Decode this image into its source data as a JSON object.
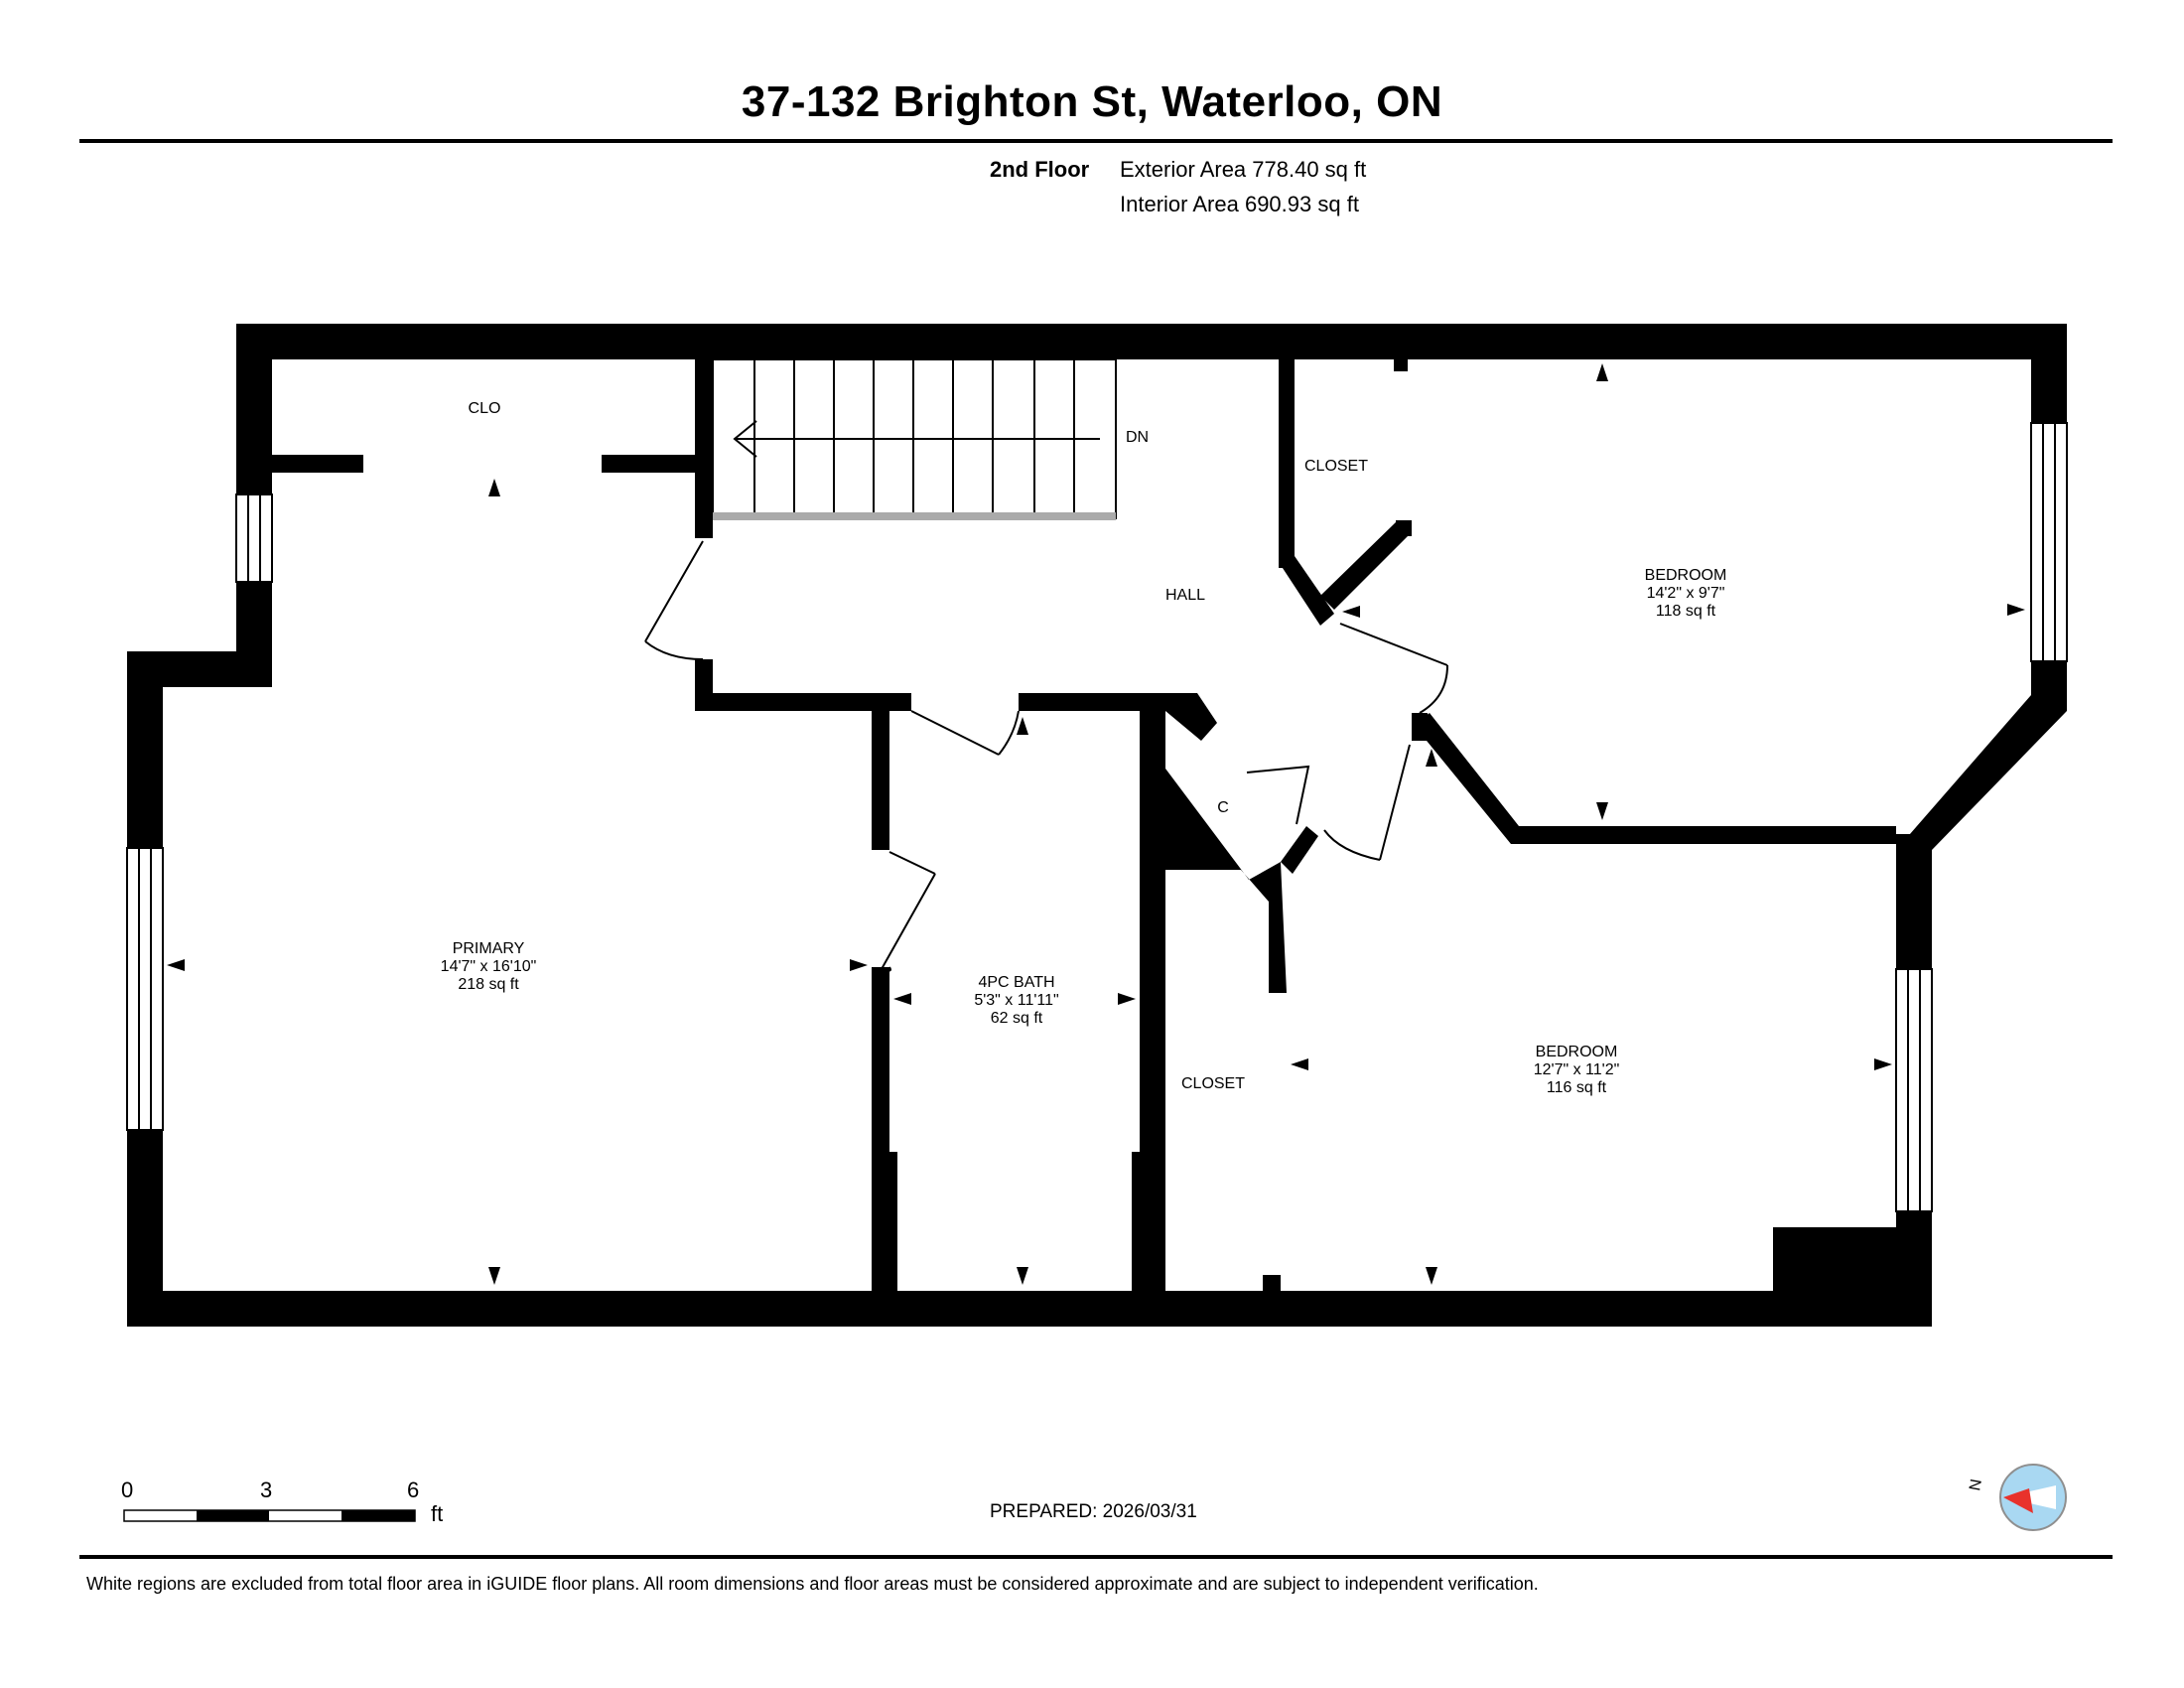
{
  "header": {
    "title": "37-132 Brighton St, Waterloo, ON",
    "floor": "2nd Floor",
    "exterior_area": "Exterior Area 778.40 sq ft",
    "interior_area": "Interior Area 690.93 sq ft"
  },
  "rooms": {
    "clo": "CLO",
    "stairs_dn": "DN",
    "closet_upper": "CLOSET",
    "hall": "HALL",
    "bedroom1": {
      "name": "BEDROOM",
      "dims": "14'2\" x 9'7\"",
      "area": "118 sq ft"
    },
    "c": "C",
    "primary": {
      "name": "PRIMARY",
      "dims": "14'7\" x 16'10\"",
      "area": "218 sq ft"
    },
    "bath": {
      "name": "4PC BATH",
      "dims": "5'3\" x 11'11\"",
      "area": "62 sq ft"
    },
    "closet_lower": "CLOSET",
    "bedroom2": {
      "name": "BEDROOM",
      "dims": "12'7\" x 11'2\"",
      "area": "116 sq ft"
    }
  },
  "scale_bar": {
    "tick0": "0",
    "tick1": "3",
    "tick2": "6",
    "unit": "ft"
  },
  "compass": {
    "label": "N",
    "icon": "north-arrow-icon"
  },
  "footer": {
    "prepared": "PREPARED: 2026/03/31",
    "disclaimer": "White regions are excluded from total floor area in iGUIDE floor plans. All room dimensions and floor areas must be considered approximate and are subject to independent verification."
  },
  "colors": {
    "wall": "#000000",
    "window": "#ffffff",
    "compass_blue": "#a9d8f2",
    "compass_red": "#e8322c"
  }
}
